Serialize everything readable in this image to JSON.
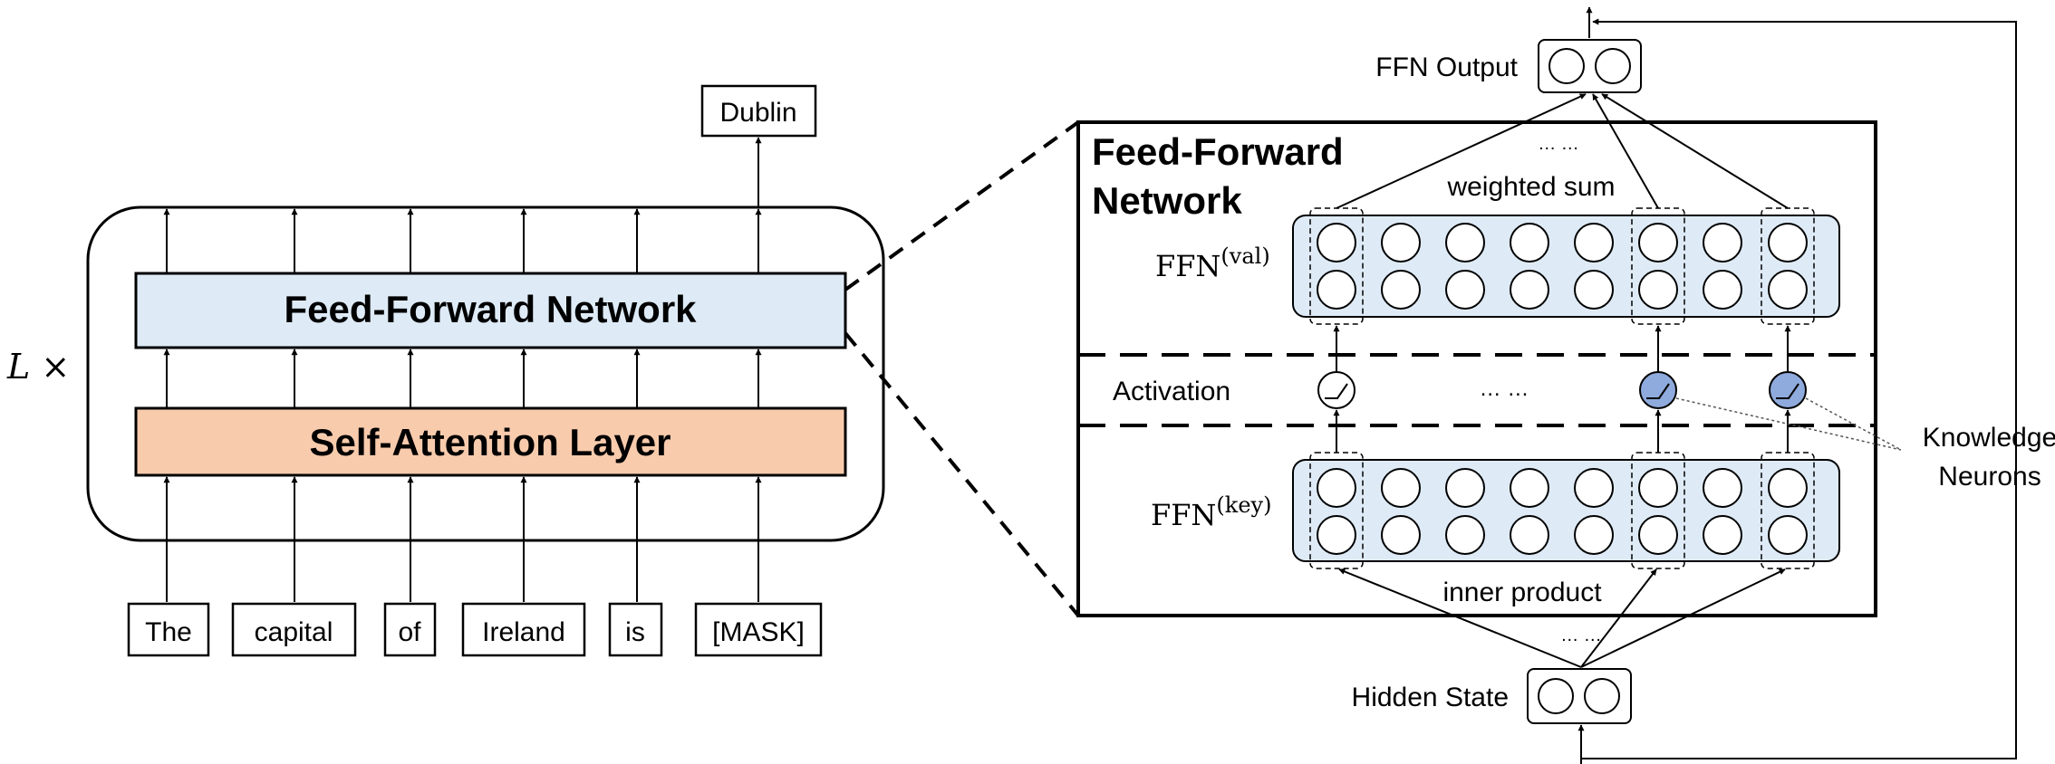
{
  "left_panel": {
    "repeat_label": "L ×",
    "ffn_layer_label": "Feed-Forward Network",
    "attention_layer_label": "Self-Attention Layer",
    "output_token": "Dublin",
    "input_tokens": [
      "The",
      "capital",
      "of",
      "Ireland",
      "is",
      "[MASK]"
    ]
  },
  "right_panel": {
    "title_line1": "Feed-Forward",
    "title_line2": "Network",
    "ffn_val_base": "FFN",
    "ffn_val_sup": "(val)",
    "ffn_key_base": "FFN",
    "ffn_key_sup": "(key)",
    "activation_label": "Activation",
    "weighted_sum_label": "weighted sum",
    "inner_product_label": "inner product",
    "ellipsis_top": "… …",
    "ellipsis_mid": "… …",
    "ellipsis_bottom": "… …",
    "ffn_output_label": "FFN Output",
    "hidden_state_label": "Hidden State",
    "knowledge_label_line1": "Knowledge",
    "knowledge_label_line2": "Neurons"
  },
  "colors": {
    "ffn_fill": "#deebf7",
    "attention_fill": "#f8cbad",
    "knowledge_neuron_fill": "#8faadc",
    "stroke": "#000000"
  }
}
